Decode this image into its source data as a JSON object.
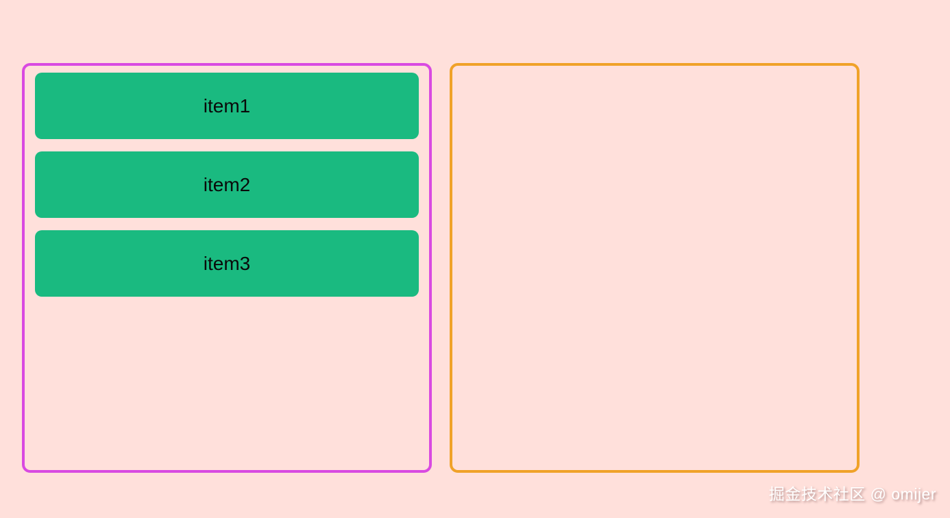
{
  "page": {
    "background_color": "#ffe0db"
  },
  "containers": {
    "left": {
      "border_color": "#d94ae1",
      "items": [
        {
          "label": "item1"
        },
        {
          "label": "item2"
        },
        {
          "label": "item3"
        }
      ]
    },
    "right": {
      "border_color": "#f0a229",
      "items": []
    }
  },
  "item_style": {
    "background_color": "#1aba80",
    "text_color": "#0a0a0a"
  },
  "watermark": {
    "text": "掘金技术社区 @ omijer"
  }
}
